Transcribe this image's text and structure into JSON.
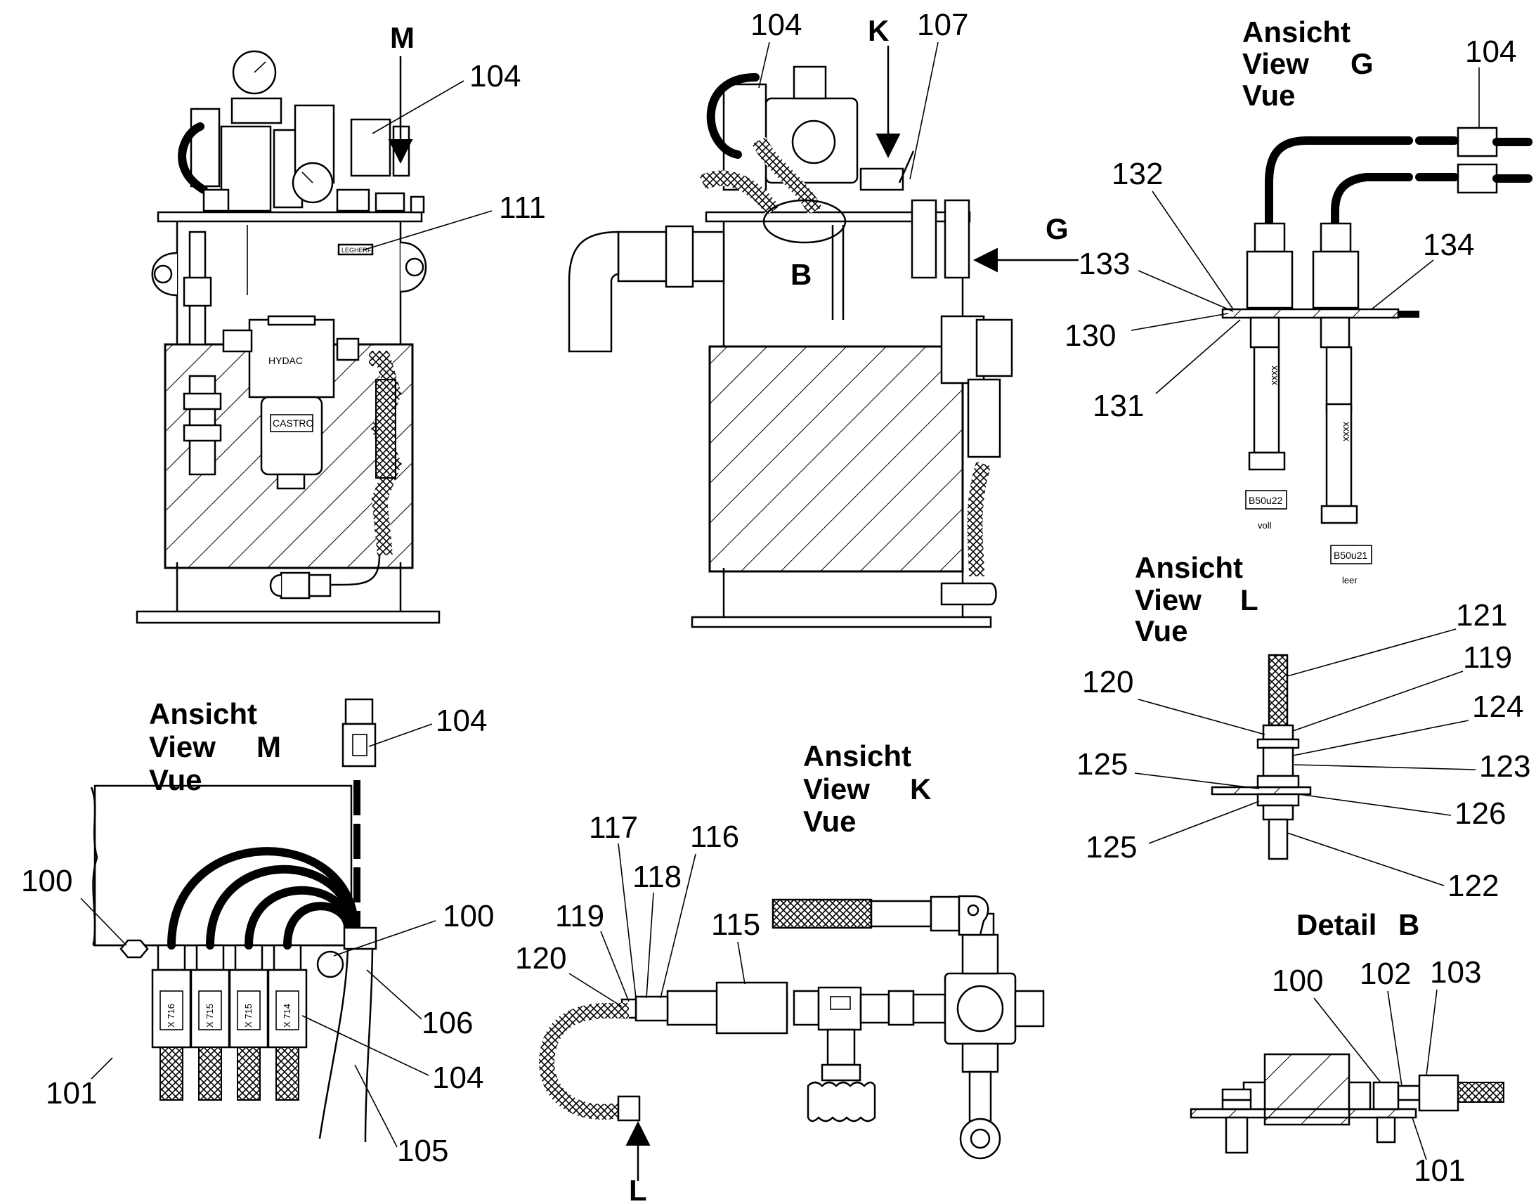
{
  "drawing": {
    "callouts_top_left": [
      "M",
      "104",
      "111"
    ],
    "callouts_top_middle": [
      "104",
      "K",
      "107",
      "G",
      "B"
    ],
    "view_g": {
      "ansicht": "Ansicht",
      "view": "View",
      "letter": "G",
      "vue": "Vue",
      "numbers": [
        "104",
        "132",
        "133",
        "130",
        "131",
        "134"
      ],
      "tag_full": "B50u22",
      "tag_full_note": "voll",
      "tag_empty": "B50u21",
      "tag_empty_note": "leer",
      "hose_mark": "xxxx"
    },
    "view_l": {
      "ansicht": "Ansicht",
      "view": "View",
      "letter": "L",
      "vue": "Vue",
      "numbers": [
        "121",
        "119",
        "120",
        "124",
        "123",
        "125",
        "126",
        "125",
        "122"
      ]
    },
    "view_m": {
      "ansicht": "Ansicht",
      "view": "View",
      "letter": "M",
      "vue": "Vue",
      "numbers": [
        "104",
        "100",
        "100",
        "106",
        "101",
        "104",
        "105"
      ],
      "connector_tags": [
        "X 716",
        "X 715",
        "X 715",
        "X 714"
      ]
    },
    "view_k": {
      "ansicht": "Ansicht",
      "view": "View",
      "letter": "K",
      "vue": "Vue",
      "numbers": [
        "117",
        "116",
        "118",
        "119",
        "115",
        "120"
      ],
      "arrow_letter": "L"
    },
    "detail_b": {
      "title_word": "Detail",
      "letter": "B",
      "numbers": [
        "100",
        "102",
        "103",
        "101"
      ]
    },
    "filter_labels": [
      "HYDAC",
      "CASTRO"
    ],
    "plate_label": "LEGHERF"
  }
}
